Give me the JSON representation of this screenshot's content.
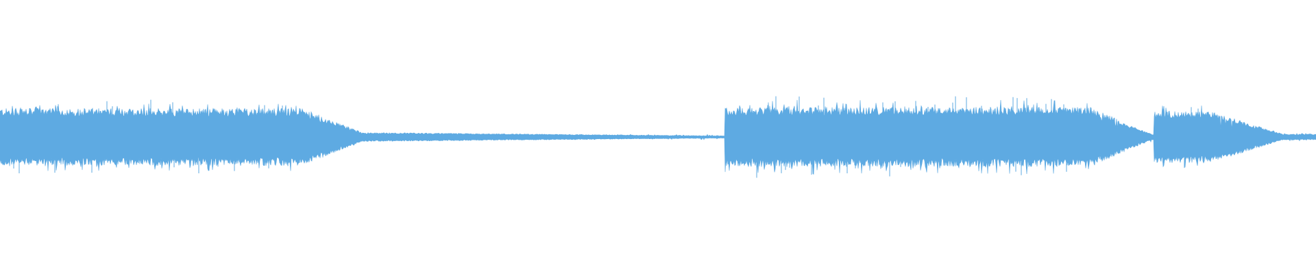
{
  "waveform": {
    "color": "#5eaae2",
    "background": "#ffffff",
    "duration_fraction_segments": [
      {
        "start": 0.0,
        "end": 0.23,
        "amplitude": 0.5,
        "peak": 0.62,
        "label": ""
      },
      {
        "start": 0.23,
        "end": 0.275,
        "amplitude_start": 0.5,
        "amplitude_end": 0.08,
        "peak": 0.2,
        "label": ""
      },
      {
        "start": 0.275,
        "end": 0.551,
        "amplitude_start": 0.08,
        "amplitude_end": 0.02,
        "peak": 0.05,
        "label": ""
      },
      {
        "start": 0.551,
        "end": 0.829,
        "amplitude": 0.52,
        "peak": 0.68,
        "label": ""
      },
      {
        "start": 0.829,
        "end": 0.875,
        "amplitude_start": 0.52,
        "amplitude_end": 0.05,
        "peak": 0.12,
        "label": ""
      },
      {
        "start": 0.875,
        "end": 0.877,
        "amplitude": 0.05,
        "peak": 0.08,
        "label": ""
      },
      {
        "start": 0.877,
        "end": 0.92,
        "amplitude": 0.45,
        "peak": 0.6,
        "label": ""
      },
      {
        "start": 0.92,
        "end": 0.975,
        "amplitude_start": 0.45,
        "amplitude_end": 0.05,
        "peak": 0.12,
        "label": ""
      },
      {
        "start": 0.975,
        "end": 1.0,
        "amplitude": 0.05,
        "peak": 0.07,
        "label": ""
      }
    ]
  }
}
